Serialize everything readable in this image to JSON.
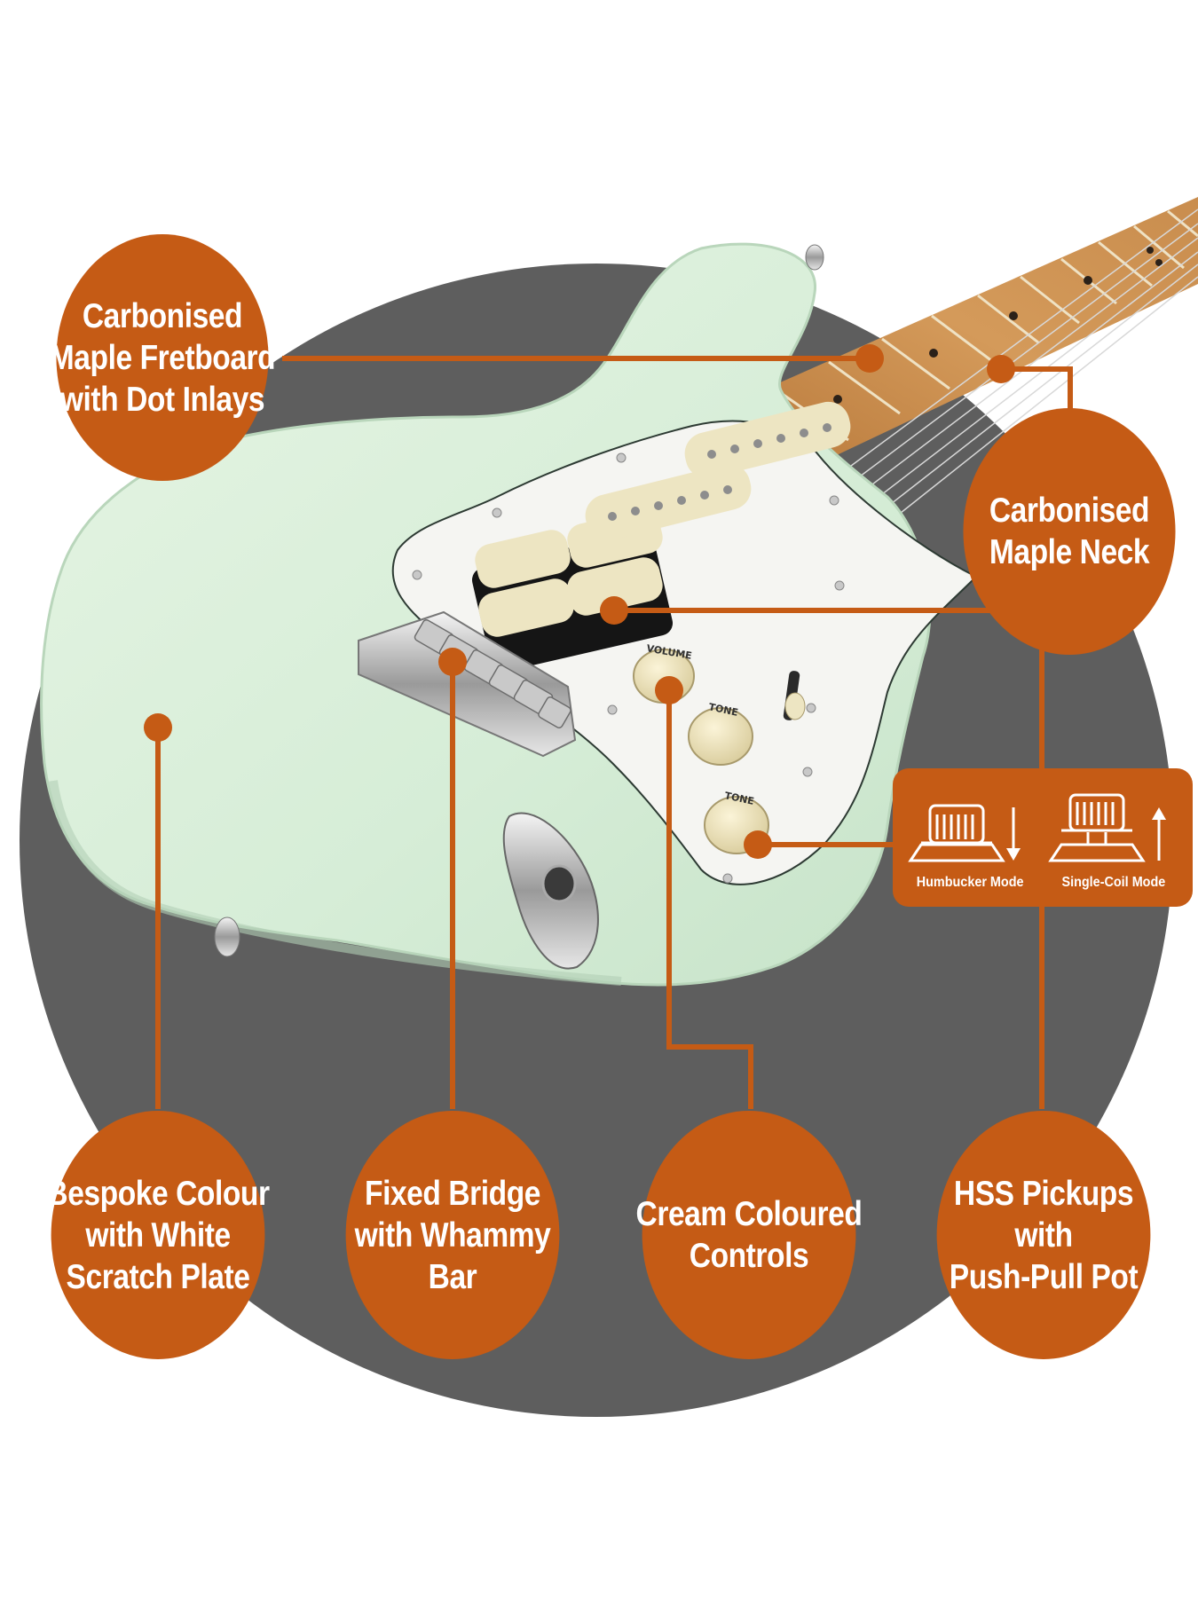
{
  "callouts": {
    "fretboard": [
      "Carbonised",
      "Maple Fretboard",
      "with Dot Inlays"
    ],
    "neck": [
      "Carbonised",
      "Maple Neck"
    ],
    "colour": [
      "Bespoke Colour",
      "with White",
      "Scratch Plate"
    ],
    "bridge": [
      "Fixed Bridge",
      "with Whammy",
      "Bar"
    ],
    "controls": [
      "Cream Coloured",
      "Controls"
    ],
    "pickups": [
      "HSS Pickups",
      "with",
      "Push-Pull Pot"
    ]
  },
  "modes": {
    "humbucker": "Humbucker Mode",
    "single_coil": "Single-Coil Mode"
  },
  "knobs": {
    "volume": "VOLUME",
    "tone": "TONE"
  },
  "colors": {
    "accent": "#c55b15",
    "backdrop": "#5e5e5e",
    "body": "#dbf0dc",
    "pickguard": "#f5f5f2",
    "pickup_cream": "#ede5c2",
    "maple": "#c98d4e"
  },
  "icons": [
    "humbucker-mode-icon",
    "single-coil-mode-icon",
    "down-arrow-icon",
    "up-arrow-icon"
  ]
}
